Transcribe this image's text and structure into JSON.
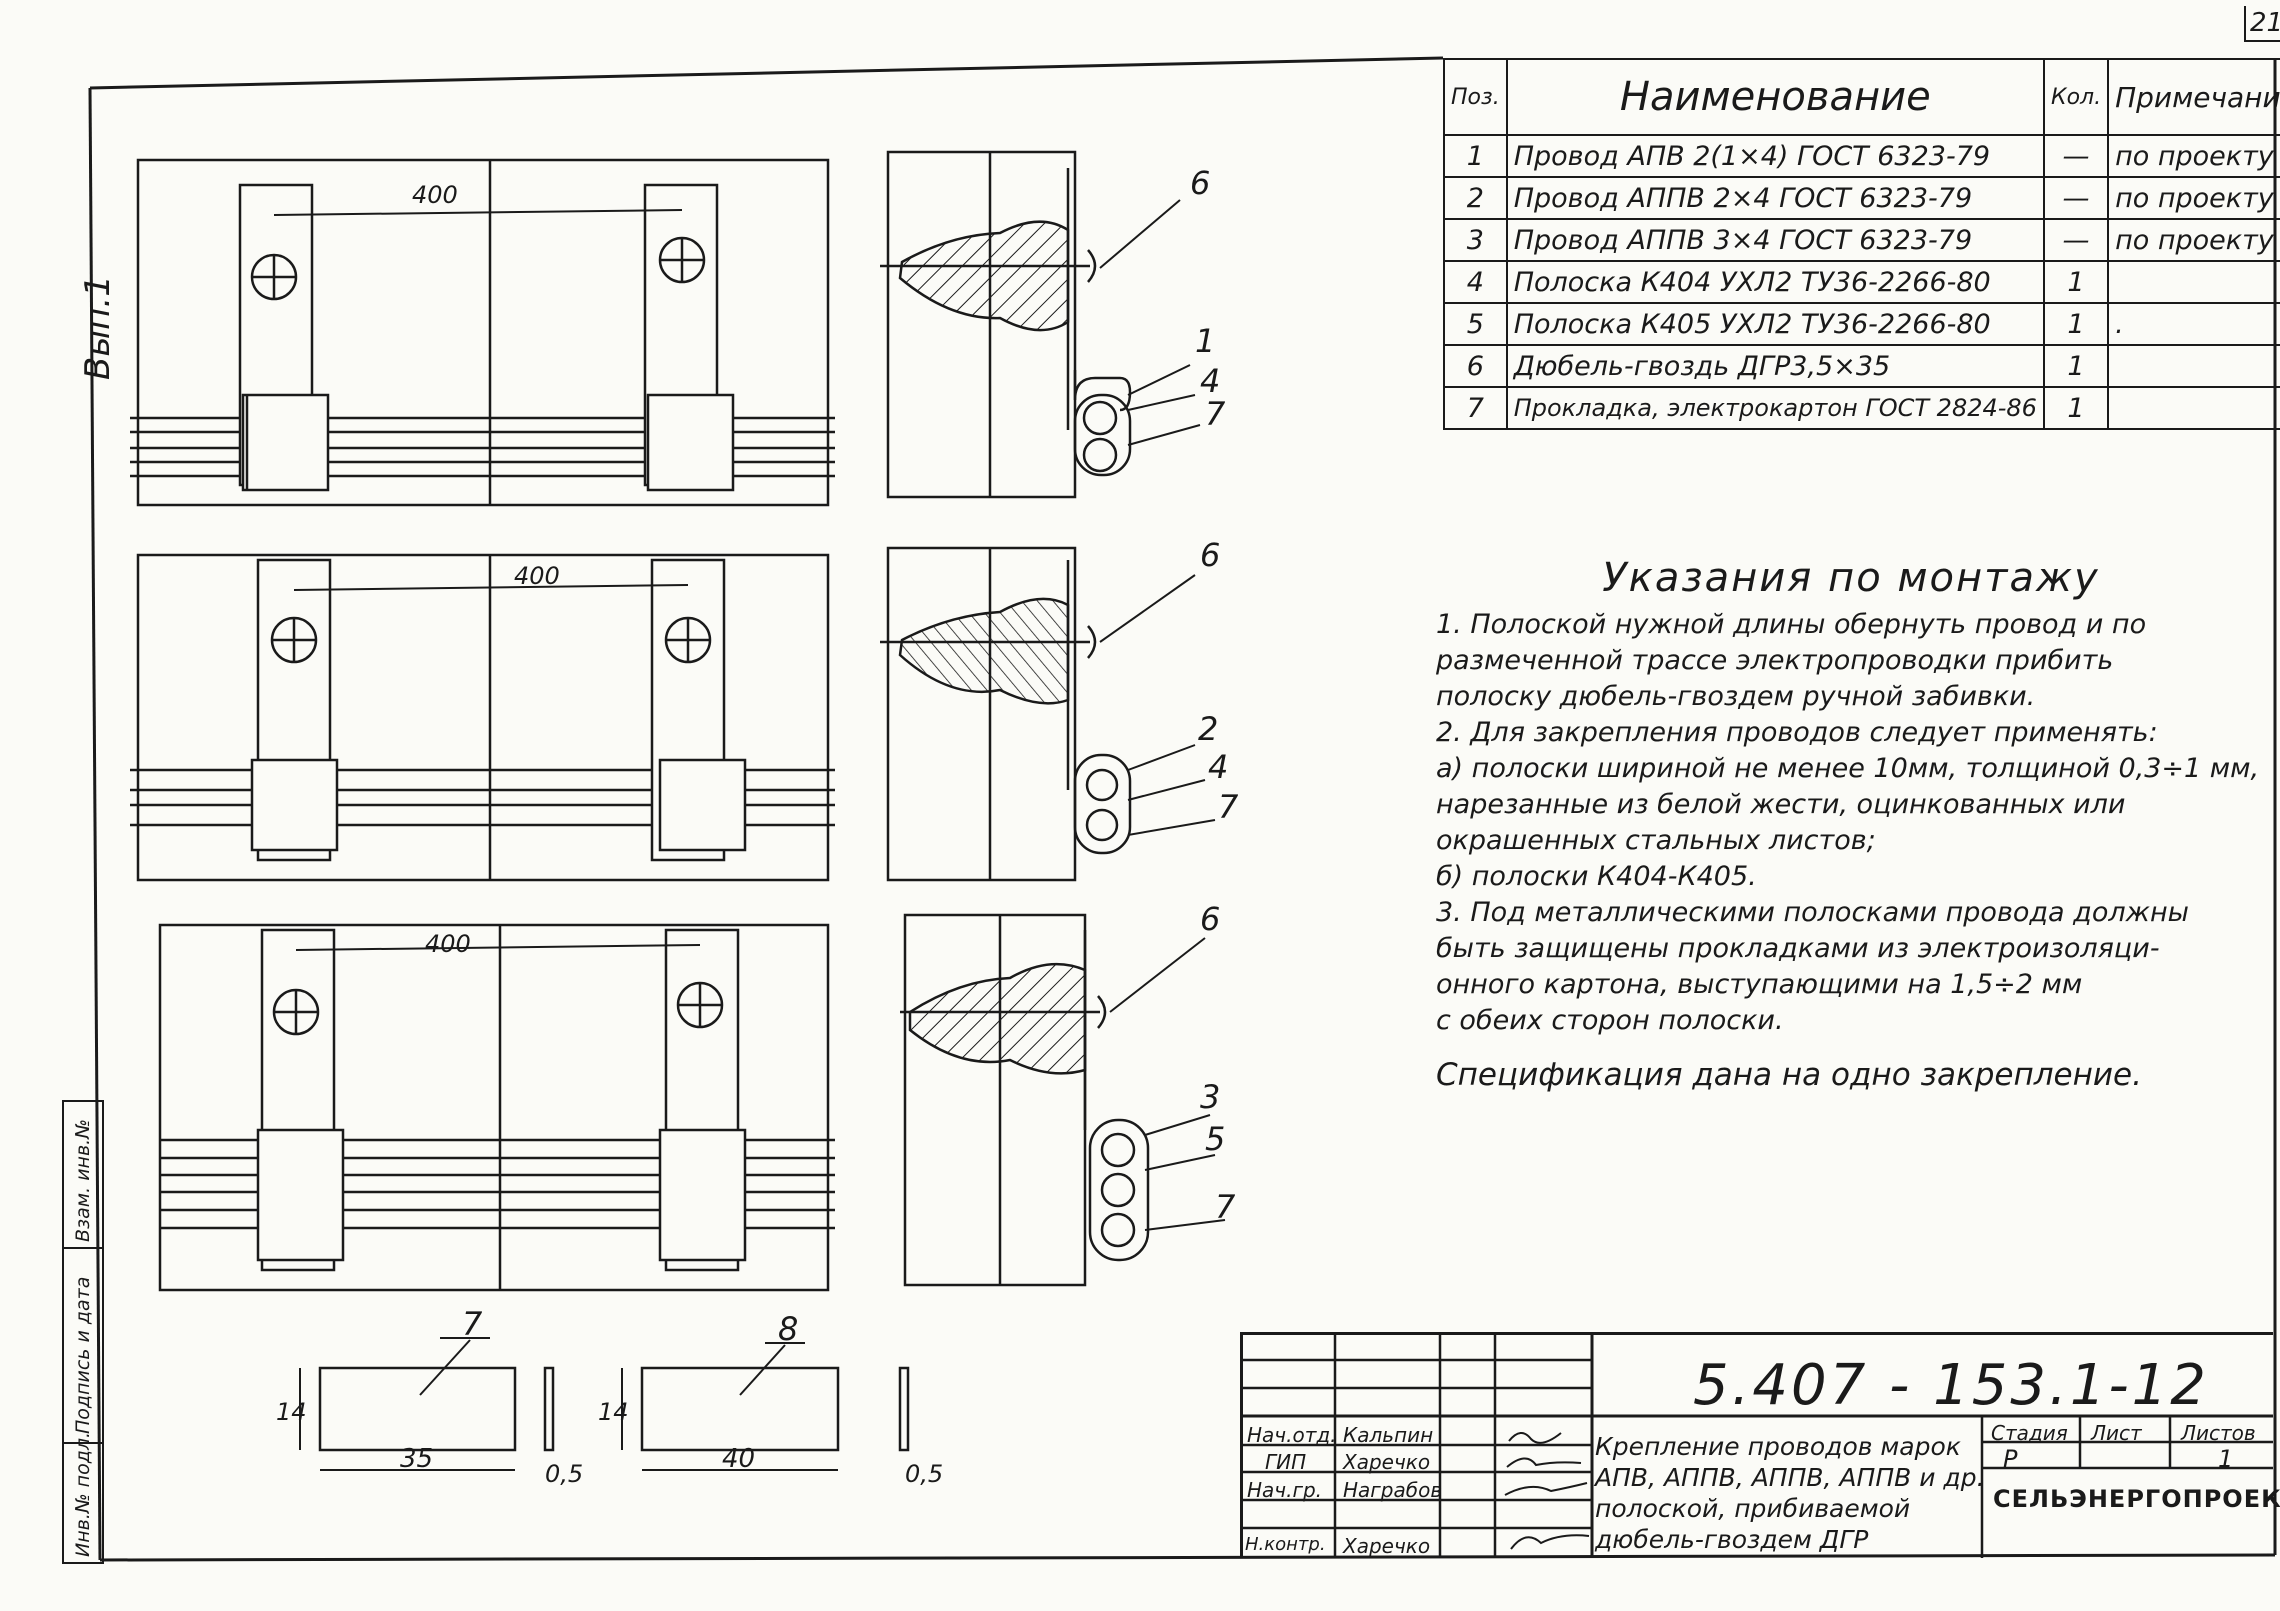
{
  "sheet_corner": "21",
  "vypusk_label": "Вып.1",
  "dim_400": "400",
  "part_labels": {
    "top": [
      "6",
      "1",
      "4",
      "7"
    ],
    "middle": [
      "6",
      "2",
      "4",
      "7"
    ],
    "bottom": [
      "6",
      "3",
      "5",
      "7"
    ]
  },
  "strip_details": {
    "left_label": "7",
    "left_width": "35",
    "left_height": "14",
    "left_thick": "0,5",
    "right_label": "8",
    "right_width": "40",
    "right_height": "14",
    "right_thick": "0,5"
  },
  "spec_table": {
    "headers": {
      "pos": "Поз.",
      "name": "Наименование",
      "qty": "Кол.",
      "note": "Примечание"
    },
    "rows": [
      {
        "pos": "1",
        "name": "Провод АПВ 2(1×4) ГОСТ 6323-79",
        "qty": "—",
        "note": "по проекту"
      },
      {
        "pos": "2",
        "name": "Провод АППВ 2×4 ГОСТ 6323-79",
        "qty": "—",
        "note": "по проекту"
      },
      {
        "pos": "3",
        "name": "Провод АППВ 3×4 ГОСТ 6323-79",
        "qty": "—",
        "note": "по проекту"
      },
      {
        "pos": "4",
        "name": "Полоска К404 УХЛ2 ТУ36-2266-80",
        "qty": "1",
        "note": ""
      },
      {
        "pos": "5",
        "name": "Полоска К405 УХЛ2 ТУ36-2266-80",
        "qty": "1",
        "note": "."
      },
      {
        "pos": "6",
        "name": "Дюбель-гвоздь ДГР3,5×35",
        "qty": "1",
        "note": ""
      },
      {
        "pos": "7",
        "name": "Прокладка, электрокартон ГОСТ 2824-86",
        "qty": "1",
        "note": ""
      }
    ]
  },
  "notes": {
    "title": "Указания по монтажу",
    "lines": [
      "1. Полоской нужной длины обернуть провод и по",
      "размеченной трассе электропроводки прибить",
      "полоску дюбель-гвоздем ручной забивки.",
      "2. Для закрепления проводов следует применять:",
      "а) полоски шириной не менее 10мм, толщиной 0,3÷1 мм,",
      "нарезанные из белой жести, оцинкованных или",
      "окрашенных стальных листов;",
      "б) полоски К404-К405.",
      "3. Под металлическими полосками провода должны",
      "быть защищены прокладками из электроизоляци-",
      "онного картона, выступающими на 1,5÷2 мм",
      "с обеих сторон полоски."
    ],
    "spec_note": "Спецификация дана на одно закрепление."
  },
  "title_block": {
    "doc_number": "5.407 - 153.1-12",
    "roles": [
      "Нач.отд.",
      "ГИП",
      "Нач.гр.",
      "Н.контр."
    ],
    "names": [
      "Кальпин",
      "Харечко",
      "Награбов",
      "Харечко"
    ],
    "title_lines": [
      "Крепление проводов марок",
      "АПВ, АППВ, АППВ, АППВ и др.",
      "полоской, прибиваемой",
      "дюбель-гвоздем ДГР"
    ],
    "stage_label": "Стадия",
    "sheet_label": "Лист",
    "sheets_label": "Листов",
    "stage": "Р",
    "sheet": "",
    "sheets": "1",
    "org": "СЕЛЬЭНЕРГОПРОЕКТ"
  },
  "side_stamp": [
    "Инв.№ подл.",
    "Подпись и дата",
    "Взам. инв.№"
  ]
}
